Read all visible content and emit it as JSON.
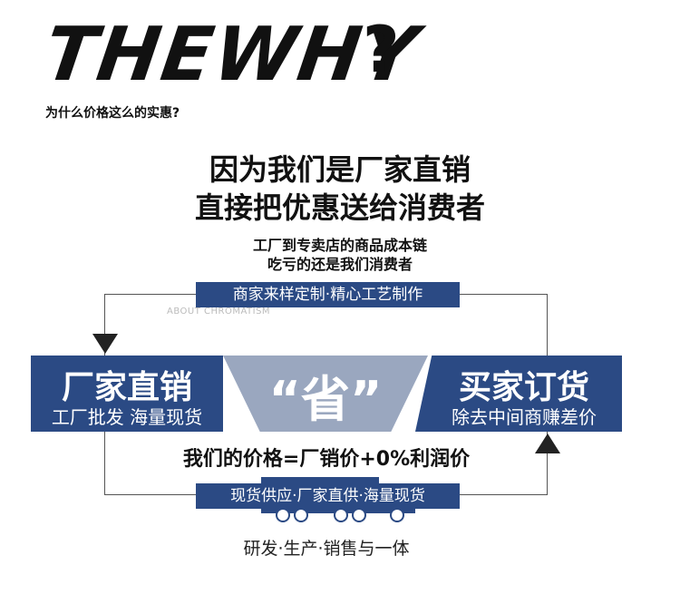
{
  "brand": {
    "title": "THEWHY",
    "question_mark": "?",
    "subtitle": "为什么价格这么的实惠?"
  },
  "headline": {
    "line1": "因为我们是厂家直销",
    "line2": "直接把优惠送给消费者"
  },
  "subheadline": {
    "line1": "工厂到专卖店的商品成本链",
    "line2": "吃亏的还是我们消费者"
  },
  "diagram": {
    "top_tag": "商家来样定制·精心工艺制作",
    "ghost_text": "ABOUT CHROMATISM",
    "left_band": {
      "title": "厂家直销",
      "subtitle": "工厂批发 海量现货"
    },
    "center": {
      "label": "“省”"
    },
    "right_band": {
      "title": "买家订货",
      "subtitle": "除去中间商赚差价"
    },
    "formula": "我们的价格=厂销价+0%利润价",
    "bottom_tag": "现货供应·厂家直供·海量现货",
    "slogan": "研发·生产·销售与一体"
  },
  "colors": {
    "accent": "#2b4a84",
    "center_band": "#9aa7bf",
    "text": "#111111"
  }
}
